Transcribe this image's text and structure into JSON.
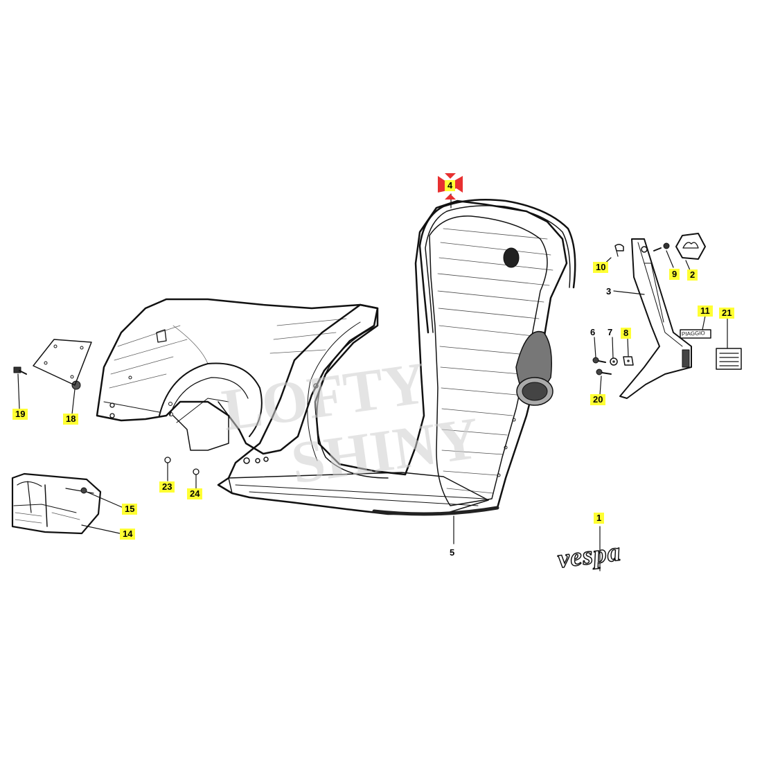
{
  "colors": {
    "callout_bg": "#ffff33",
    "ink": "#000000",
    "marker": "#e83030",
    "paper": "#ffffff",
    "watermark": "#cfcfcf"
  },
  "callouts": {
    "c1": "1",
    "c2": "2",
    "c3": "3",
    "c4": "4",
    "c5": "5",
    "c6": "6",
    "c7": "7",
    "c8": "8",
    "c9": "9",
    "c10": "10",
    "c11": "11",
    "c14": "14",
    "c15": "15",
    "c18": "18",
    "c19": "19",
    "c20": "20",
    "c21": "21",
    "c23": "23",
    "c24": "24"
  },
  "part_text": {
    "logo_script": "vespa",
    "badge_text": "PIAGGIO"
  },
  "watermark": {
    "line1": "LOFTY",
    "line2": "SHINY"
  },
  "icons": {
    "selected_marker": "red-hourglass-marker-icon",
    "piaggio_badge": "hexagon-logo-icon"
  }
}
